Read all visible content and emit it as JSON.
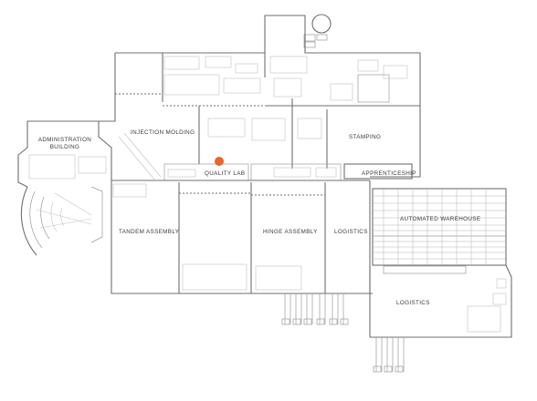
{
  "map": {
    "areas": {
      "administration_building_line1": "ADMINISTRATION",
      "administration_building_line2": "BUILDING",
      "injection_molding": "INJECTION MOLDING",
      "stamping": "STAMPING",
      "quality_lab": "QUALITY LAB",
      "apprenticeship": "APPRENTICESHIP",
      "automated_warehouse": "AUTOMATED WAREHOUSE",
      "tandem_assembly": "TANDEM ASSEMBLY",
      "hinge_assembly": "HINGE ASSEMBLY",
      "logistics_middle": "LOGISTICS",
      "logistics_lower": "LOGISTICS"
    },
    "marker": {
      "location": "QUALITY LAB",
      "color": "#e8662a"
    },
    "colors": {
      "walls": "#6f6f6f",
      "labels": "#3a3a3a"
    }
  }
}
